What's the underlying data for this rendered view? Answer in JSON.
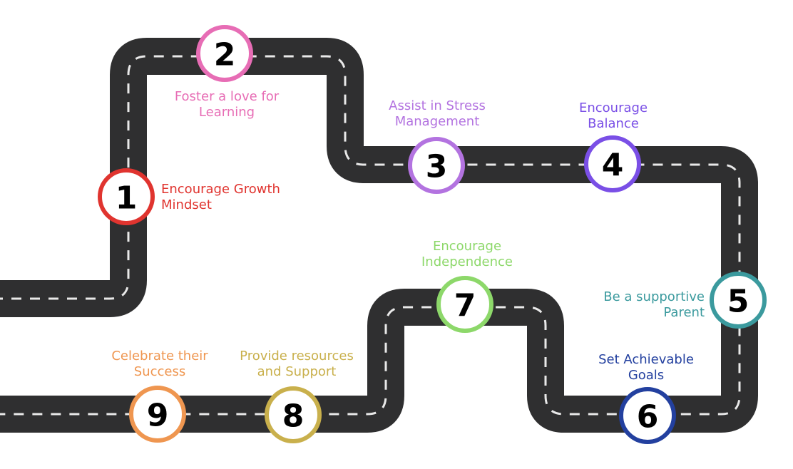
{
  "steps": [
    {
      "number": "1",
      "line1": "Encourage Growth",
      "line2": "Mindset",
      "color": "#e0342f"
    },
    {
      "number": "2",
      "line1": "Foster a love for",
      "line2": "Learning",
      "color": "#e76db5"
    },
    {
      "number": "3",
      "line1": "Assist in Stress",
      "line2": "Management",
      "color": "#b373e0"
    },
    {
      "number": "4",
      "line1": "Encourage",
      "line2": "Balance",
      "color": "#7a4fe6"
    },
    {
      "number": "5",
      "line1": "Be a supportive",
      "line2": "Parent",
      "color": "#3b9a9e"
    },
    {
      "number": "6",
      "line1": "Set Achievable",
      "line2": "Goals",
      "color": "#23409f"
    },
    {
      "number": "7",
      "line1": "Encourage",
      "line2": "Independence",
      "color": "#8dd86a"
    },
    {
      "number": "8",
      "line1": "Provide resources",
      "line2": "and Support",
      "color": "#c9b04c"
    },
    {
      "number": "9",
      "line1": "Celebrate their",
      "line2": "Success",
      "color": "#ef9650"
    }
  ]
}
